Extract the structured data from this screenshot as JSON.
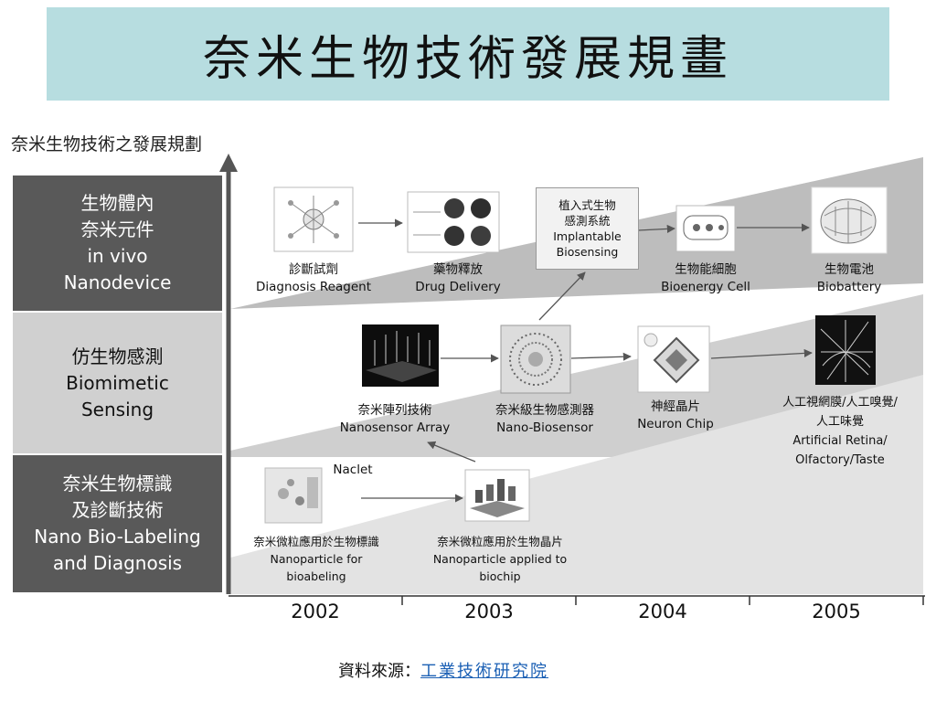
{
  "slide": {
    "title": "奈米生物技術發展規畫",
    "subtitle": "奈米生物技術之發展規劃",
    "source_prefix": "資料來源：",
    "source_link": "工業技術研究院"
  },
  "rows": [
    {
      "lines": [
        "生物體內",
        "奈米元件",
        "in vivo",
        "Nanodevice"
      ]
    },
    {
      "lines": [
        "仿生物感測",
        "Biomimetic",
        "Sensing"
      ]
    },
    {
      "lines": [
        "奈米生物標識",
        "及診斷技術",
        "Nano Bio-Labeling",
        "and Diagnosis"
      ]
    }
  ],
  "years": [
    "2002",
    "2003",
    "2004",
    "2005"
  ],
  "nodes": {
    "diagnosis": [
      "診斷試劑",
      "Diagnosis Reagent"
    ],
    "drug": [
      "藥物釋放",
      "Drug Delivery"
    ],
    "implant": [
      "植入式生物",
      "感測系統",
      "Implantable",
      "Biosensing"
    ],
    "bioenergy": [
      "生物能細胞",
      "Bioenergy Cell"
    ],
    "biobattery": [
      "生物電池",
      "Biobattery"
    ],
    "array": [
      "奈米陣列技術",
      "Nanosensor Array"
    ],
    "nanobio": [
      "奈米級生物感測器",
      "Nano-Biosensor"
    ],
    "neuron": [
      "神經晶片",
      "Neuron Chip"
    ],
    "retina": [
      "人工視網膜/人工嗅覺/",
      "人工味覺",
      "Artificial Retina/",
      "Olfactory/Taste"
    ],
    "naclet": "Naclet",
    "labeling": [
      "奈米微粒應用於生物標識",
      "Nanoparticle for",
      "bioabeling"
    ],
    "biochip": [
      "奈米微粒應用於生物晶片",
      "Nanoparticle applied to",
      "biochip"
    ]
  }
}
